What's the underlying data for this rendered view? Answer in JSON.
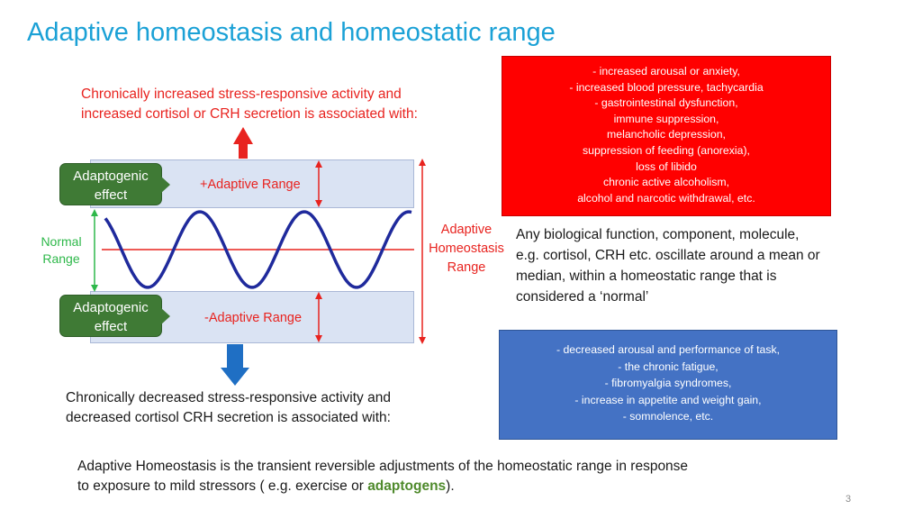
{
  "title": "Adaptive homeostasis and homeostatic range",
  "increased_caption": [
    "Chronically increased stress-responsive activity and",
    "increased cortisol or CRH secretion is associated with:"
  ],
  "decreased_caption": [
    "Chronically decreased stress-responsive activity and",
    "decreased cortisol CRH secretion is associated with:"
  ],
  "upper_band_label": "+Adaptive Range",
  "lower_band_label": "-Adaptive Range",
  "adaptogenic_label": [
    "Adaptogenic",
    "effect"
  ],
  "normal_range_label": [
    "Normal",
    "Range"
  ],
  "adaptive_homeostasis_range_label": [
    "Adaptive",
    "Homeostasis",
    "Range"
  ],
  "increased_effects": [
    "-     increased arousal or anxiety,",
    "-   increased blood pressure, tachycardia",
    "-   gastrointestinal dysfunction,",
    "immune suppression,",
    "melancholic depression,",
    "suppression of feeding (anorexia),",
    "loss of libido",
    "chronic active alcoholism,",
    "alcohol and narcotic withdrawal, etc."
  ],
  "decreased_effects": [
    "-   decreased arousal and performance of task,",
    "- the chronic fatigue,",
    "- fibromyalgia syndromes,",
    "- increase in appetite and weight gain,",
    "- somnolence, etc."
  ],
  "oscillation_description": [
    "Any biological function, component, molecule,",
    "e.g. cortisol, CRH etc. oscillate around a mean or",
    "median, within a homeostatic range that is",
    "considered a ‘normal’"
  ],
  "definition": {
    "line1": "Adaptive Homeostasis is the transient reversible adjustments of the homeostatic range in response",
    "line2_before": "to exposure to mild stressors ( e.g. exercise or ",
    "line2_highlight": "adaptogens",
    "line2_after": ")."
  },
  "page_number": "3",
  "colors": {
    "title": "#1ba1d6",
    "red": "#e8231f",
    "green_normal": "#2eb84a",
    "band_fill": "#dae3f3",
    "adaptogenic_box": "#3f7a35",
    "up_arrow": "#e8231f",
    "down_arrow": "#1f6fc4",
    "wave": "#1f2a9c",
    "increased_box": "#ff0000",
    "decreased_box": "#4472c4",
    "highlight": "#4f8a2c"
  }
}
